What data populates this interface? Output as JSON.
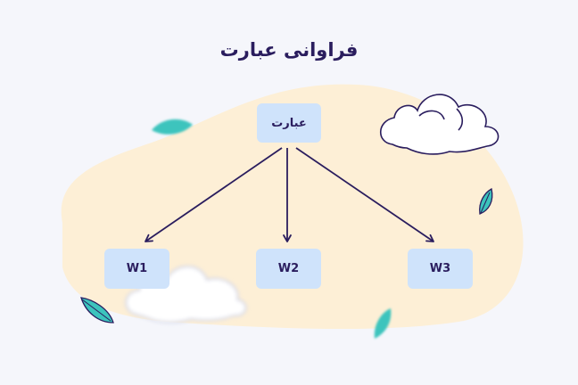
{
  "title": "فراوانی عبارت",
  "root": {
    "label": "عبارت"
  },
  "children": [
    {
      "label": "W1"
    },
    {
      "label": "W2"
    },
    {
      "label": "W3"
    }
  ],
  "colors": {
    "background": "#f5f6fb",
    "blob": "#fdefd6",
    "node_fill": "#cfe3fb",
    "text": "#2a1d5e",
    "arrow": "#2a1d5e",
    "leaf": "#3cc4bd"
  },
  "decorations": [
    "cloud-icon",
    "leaf-icon"
  ]
}
